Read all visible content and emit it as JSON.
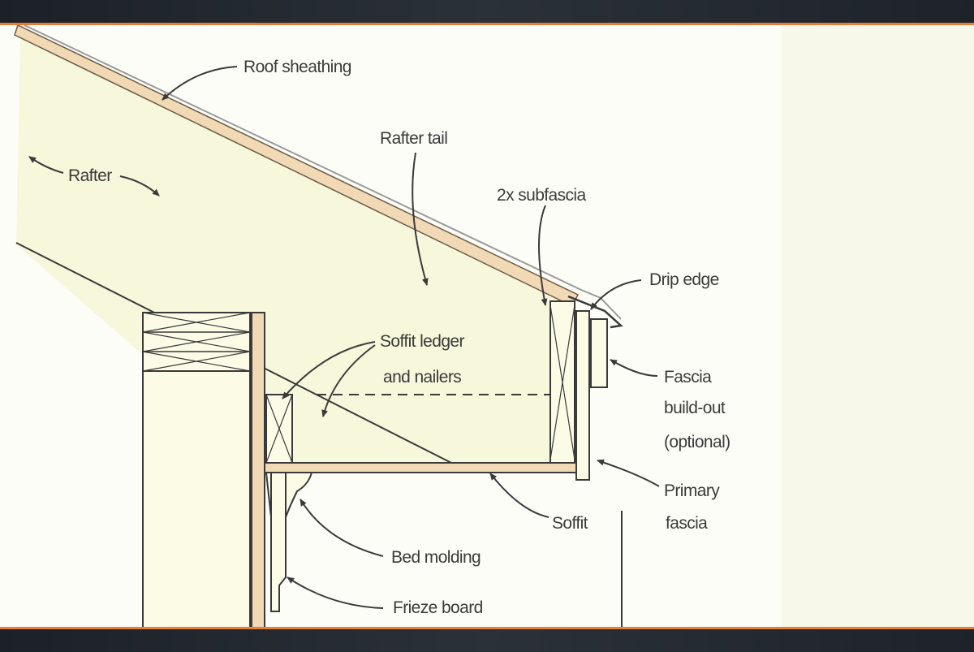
{
  "labels": {
    "roof_sheathing": "Roof sheathing",
    "rafter": "Rafter",
    "rafter_tail": "Rafter tail",
    "subfascia": "2x subfascia",
    "drip_edge": "Drip edge",
    "soffit_ledger_1": "Soffit ledger",
    "soffit_ledger_2": "and nailers",
    "fascia_buildout_1": "Fascia",
    "fascia_buildout_2": "build-out",
    "fascia_buildout_3": "(optional)",
    "primary_fascia_1": "Primary",
    "primary_fascia_2": "fascia",
    "soffit": "Soffit",
    "bed_molding": "Bed molding",
    "frieze_board": "Frieze board"
  },
  "colors": {
    "accent": "#e67e3a",
    "rafter_fill": "#f7f7dc",
    "lumber": "#f1d9b5",
    "line": "#3a3a3a"
  }
}
